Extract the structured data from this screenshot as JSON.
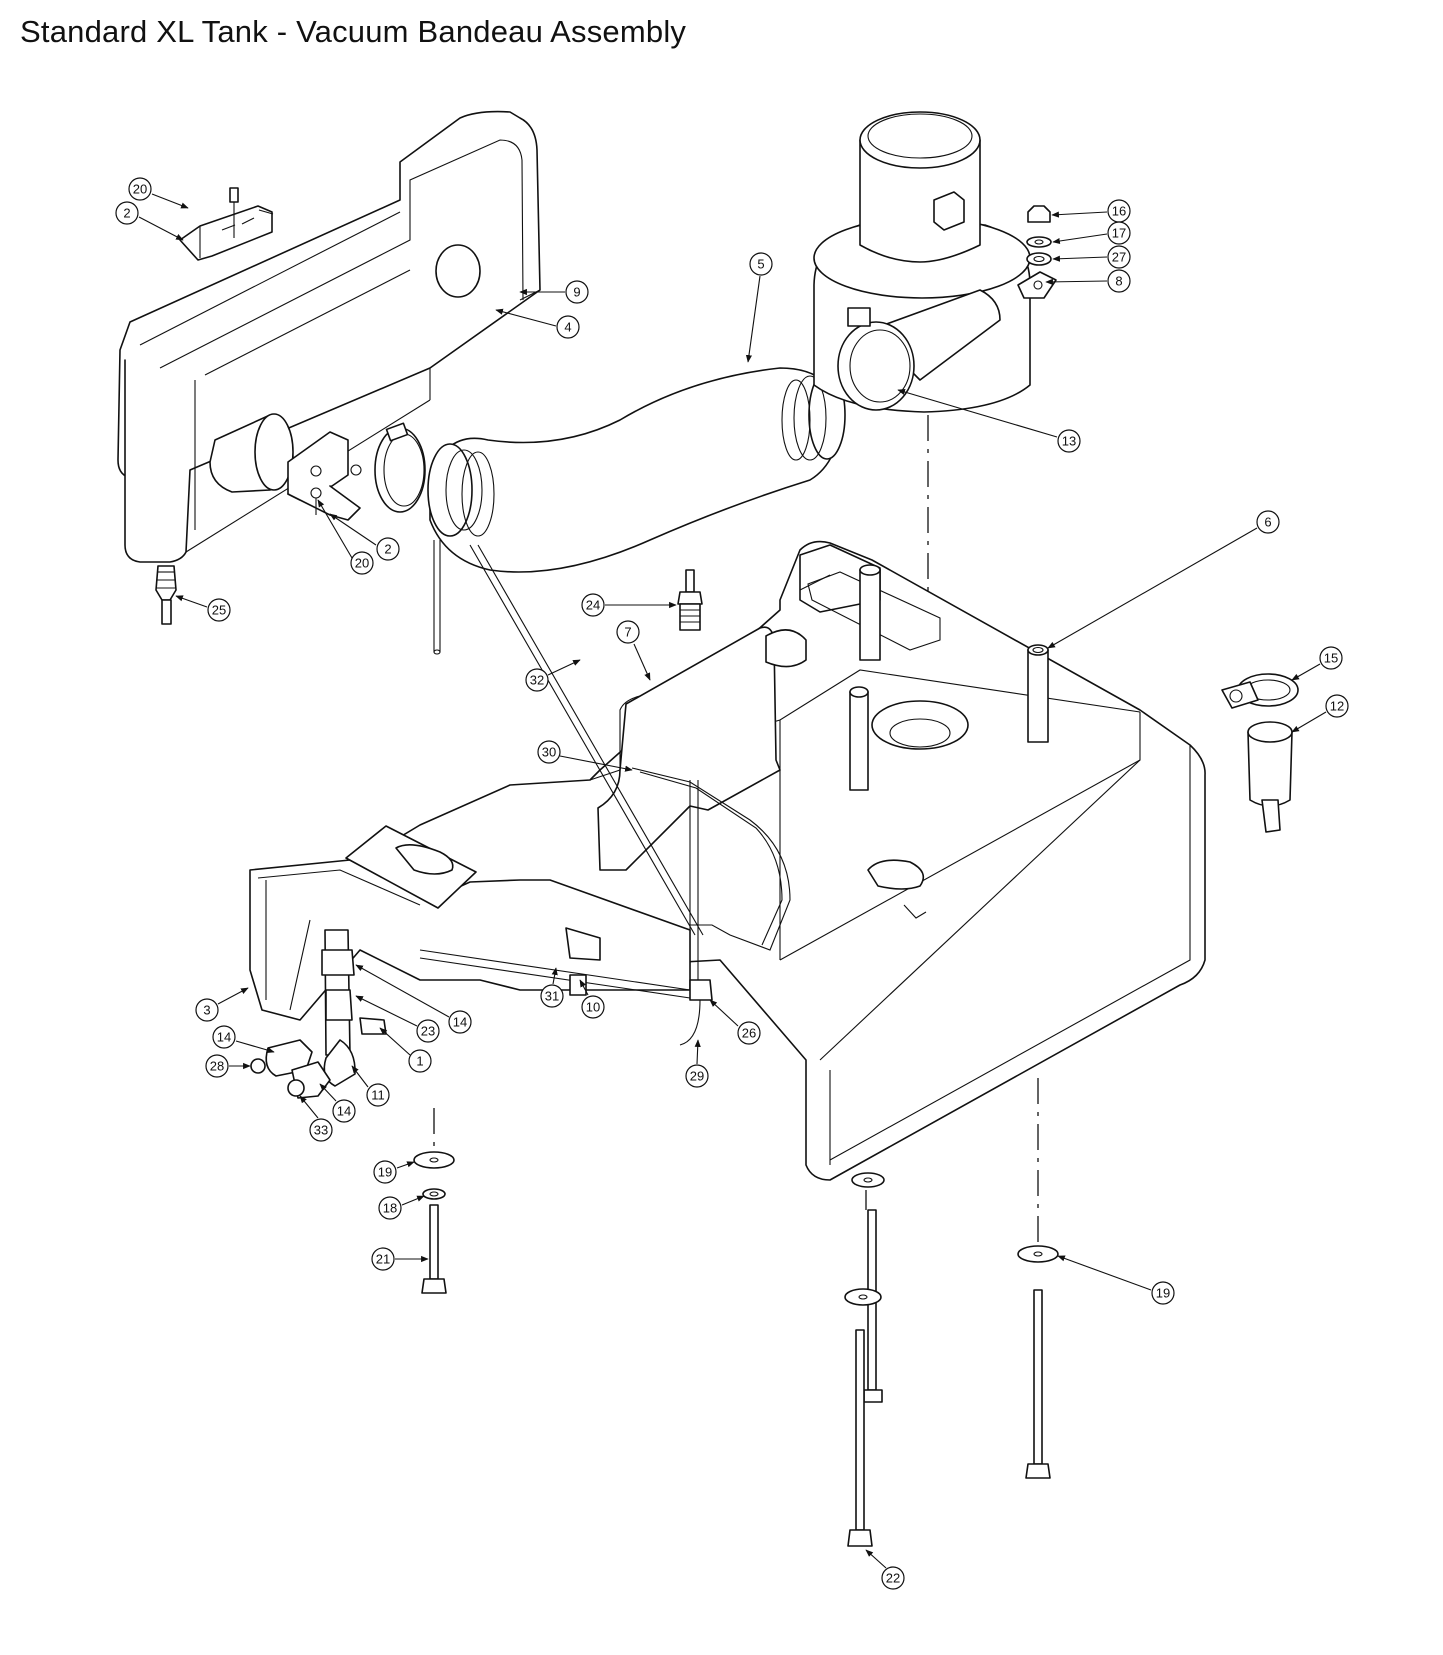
{
  "title": "Standard XL Tank - Vacuum Bandeau Assembly",
  "callouts": {
    "c20a": "20",
    "c2a": "2",
    "c9": "9",
    "c4": "4",
    "c5": "5",
    "c16": "16",
    "c17": "17",
    "c27": "27",
    "c8": "8",
    "c13": "13",
    "c2b": "2",
    "c20b": "20",
    "c25": "25",
    "c24": "24",
    "c6": "6",
    "c7": "7",
    "c32": "32",
    "c15": "15",
    "c12": "12",
    "c30": "30",
    "c3": "3",
    "c14a": "14",
    "c28": "28",
    "c14b": "14",
    "c33": "33",
    "c14c": "14",
    "c23": "23",
    "c1": "1",
    "c11": "11",
    "c31": "31",
    "c10": "10",
    "c29": "29",
    "c26": "26",
    "c19a": "19",
    "c18": "18",
    "c21": "21",
    "c19b": "19",
    "c22": "22"
  }
}
